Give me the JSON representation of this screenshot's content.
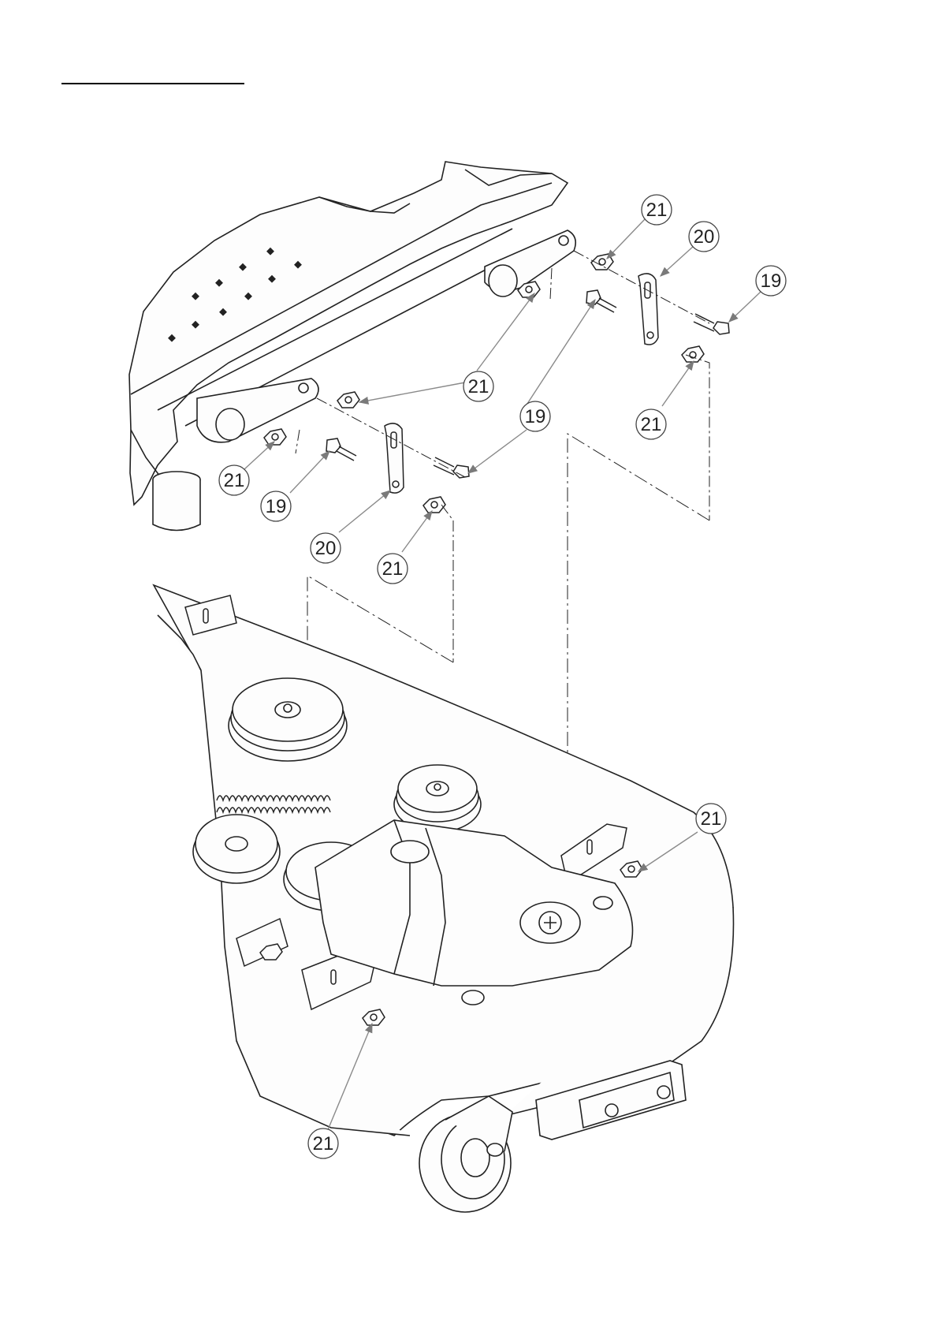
{
  "page": {
    "background": "#ffffff",
    "line_color": "#222222",
    "leader_color": "#8a8a8a"
  },
  "callouts": [
    {
      "label": "21",
      "part": "nut"
    },
    {
      "label": "20",
      "part": "link"
    },
    {
      "label": "19",
      "part": "bolt"
    },
    {
      "label": "21",
      "part": "nut"
    },
    {
      "label": "21",
      "part": "nut"
    },
    {
      "label": "19",
      "part": "bolt"
    },
    {
      "label": "21",
      "part": "nut"
    },
    {
      "label": "21",
      "part": "nut"
    },
    {
      "label": "19",
      "part": "bolt"
    },
    {
      "label": "20",
      "part": "link"
    },
    {
      "label": "21",
      "part": "nut"
    },
    {
      "label": "21",
      "part": "nut"
    },
    {
      "label": "21",
      "part": "nut"
    }
  ]
}
